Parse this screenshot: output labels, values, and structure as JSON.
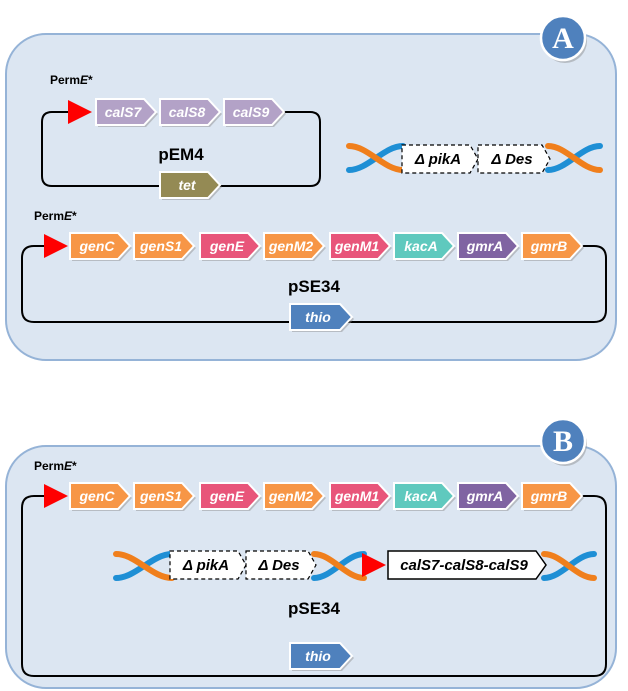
{
  "colors": {
    "panel_fill": "#dce6f2",
    "panel_border": "#95b3d7",
    "badge_fill": "#4f81bd",
    "badge_border": "#ffffff",
    "promoter": "#ff0000",
    "orange": "#f79646",
    "pink": "#e8557a",
    "teal": "#5fc9be",
    "purple": "#8064a2",
    "lavender": "#b3a2c7",
    "olive": "#948a54",
    "blue": "#4f81bd",
    "dna_orange": "#f07f1c",
    "dna_blue": "#1e8fd5"
  },
  "panels": [
    {
      "badge": "A",
      "plasmids": [
        {
          "name": "pEM4",
          "promoter": {
            "label_prefix": "Perm",
            "label_italic": "E",
            "label_suffix": "*"
          },
          "genes": [
            {
              "label": "calS7",
              "color": "lavender"
            },
            {
              "label": "calS8",
              "color": "lavender"
            },
            {
              "label": "calS9",
              "color": "lavender"
            }
          ],
          "marker": {
            "label": "tet",
            "color": "olive"
          }
        },
        {
          "name": "pSE34",
          "promoter": {
            "label_prefix": "Perm",
            "label_italic": "E",
            "label_suffix": "*"
          },
          "genes": [
            {
              "label": "genC",
              "color": "orange"
            },
            {
              "label": "genS1",
              "color": "orange"
            },
            {
              "label": "genE",
              "color": "pink"
            },
            {
              "label": "genM2",
              "color": "orange"
            },
            {
              "label": "genM1",
              "color": "pink"
            },
            {
              "label": "kacA",
              "color": "teal"
            },
            {
              "label": "gmrA",
              "color": "purple"
            },
            {
              "label": "gmrB",
              "color": "orange"
            }
          ],
          "marker": {
            "label": "thio",
            "color": "blue"
          }
        }
      ],
      "chromosome": {
        "deletions": [
          "Δ pikA",
          "Δ Des"
        ]
      }
    },
    {
      "badge": "B",
      "plasmids": [
        {
          "name": "pSE34",
          "promoter": {
            "label_prefix": "Perm",
            "label_italic": "E",
            "label_suffix": "*"
          },
          "genes": [
            {
              "label": "genC",
              "color": "orange"
            },
            {
              "label": "genS1",
              "color": "orange"
            },
            {
              "label": "genE",
              "color": "pink"
            },
            {
              "label": "genM2",
              "color": "orange"
            },
            {
              "label": "genM1",
              "color": "pink"
            },
            {
              "label": "kacA",
              "color": "teal"
            },
            {
              "label": "gmrA",
              "color": "purple"
            },
            {
              "label": "gmrB",
              "color": "orange"
            }
          ],
          "marker": {
            "label": "thio",
            "color": "blue"
          }
        }
      ],
      "chromosome": {
        "deletions": [
          "Δ pikA",
          "Δ Des"
        ],
        "insert": "calS7-calS8-calS9"
      }
    }
  ]
}
